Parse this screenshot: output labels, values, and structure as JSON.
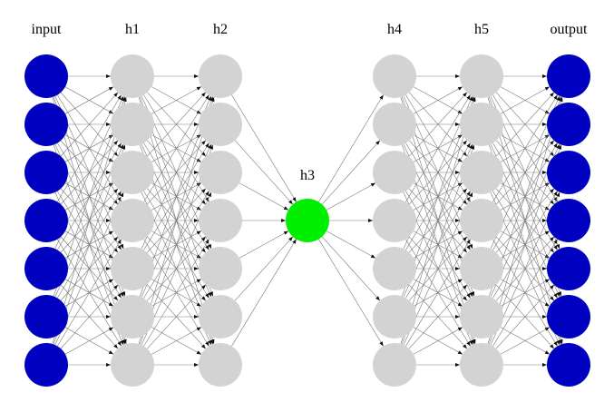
{
  "layers": [
    {
      "label": "input",
      "size": 7,
      "color": "#0000c0"
    },
    {
      "label": "h1",
      "size": 7,
      "color": "#d3d3d3"
    },
    {
      "label": "h2",
      "size": 7,
      "color": "#d3d3d3"
    },
    {
      "label": "h3",
      "size": 1,
      "color": "#00ee00"
    },
    {
      "label": "h4",
      "size": 7,
      "color": "#d3d3d3"
    },
    {
      "label": "h5",
      "size": 7,
      "color": "#d3d3d3"
    },
    {
      "label": "output",
      "size": 7,
      "color": "#0000c0"
    }
  ],
  "edge_color": "#7a7a7a"
}
